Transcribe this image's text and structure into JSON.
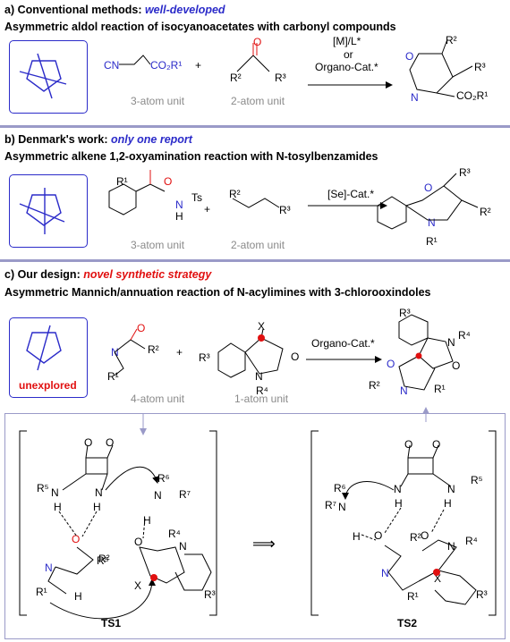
{
  "section_a": {
    "label": "a) Conventional methods: ",
    "highlight": "well-developed",
    "highlight_color": "#2b2bc9",
    "subtitle": "Asymmetric aldol reaction of isocyanoacetates with carbonyl compounds",
    "unit1": "3-atom unit",
    "unit2": "2-atom unit",
    "cond1": "[M]/L*",
    "cond2": "or",
    "cond3": "Organo-Cat.*",
    "reagent1": "CN",
    "reagent1b": "CO₂R¹",
    "product_sub1": "R²",
    "product_sub2": "R³",
    "product_sub3": "CO₂R¹",
    "r2": "R²",
    "r3": "R³"
  },
  "section_b": {
    "label": "b) Denmark's work: ",
    "highlight": "only one report",
    "highlight_color": "#2b2bc9",
    "subtitle": "Asymmetric alkene 1,2-oxyamination reaction with N-tosylbenzamides",
    "unit1": "3-atom unit",
    "unit2": "2-atom unit",
    "cond": "[Se]-Cat.*",
    "ts": "Ts",
    "r1": "R¹",
    "r2": "R²",
    "r3": "R³"
  },
  "section_c": {
    "label": "c) Our design: ",
    "highlight": "novel synthetic strategy",
    "highlight_color": "#e11010",
    "subtitle": "Asymmetric Mannich/annuation reaction of N-acylimines with 3-chlorooxindoles",
    "unexplored": "unexplored",
    "unit1": "4-atom unit",
    "unit2": "1-atom unit",
    "cond": "Organo-Cat.*",
    "x": "X",
    "r1": "R¹",
    "r2": "R²",
    "r3": "R³",
    "r4": "R⁴"
  },
  "transition_states": {
    "ts1": "TS1",
    "ts2": "TS2",
    "r5": "R⁵",
    "r6": "R⁶",
    "r7": "R⁷"
  }
}
